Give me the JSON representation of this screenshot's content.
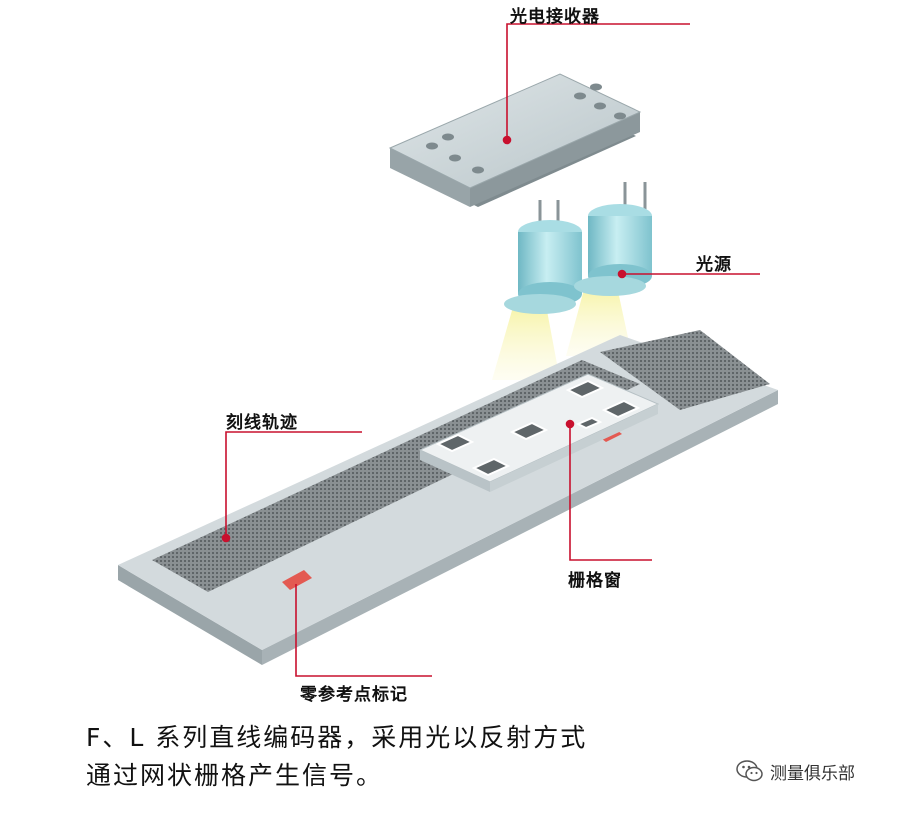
{
  "labels": {
    "receiver": "光电接收器",
    "light_source": "光源",
    "scale_track": "刻线轨迹",
    "grating_window": "栅格窗",
    "reference_mark": "零参考点标记"
  },
  "caption": {
    "line1": "F、L 系列直线编码器，采用光以反射方式",
    "line2": "通过网状栅格产生信号。"
  },
  "watermark": {
    "text": "测量俱乐部",
    "icon": "wechat-icon"
  },
  "colors": {
    "callout_line": "#c8102e",
    "steel": "#c9d4d8",
    "dark_track": "#7d8386",
    "led": "#9fd6de",
    "light_beam": "#f2ef8a"
  }
}
